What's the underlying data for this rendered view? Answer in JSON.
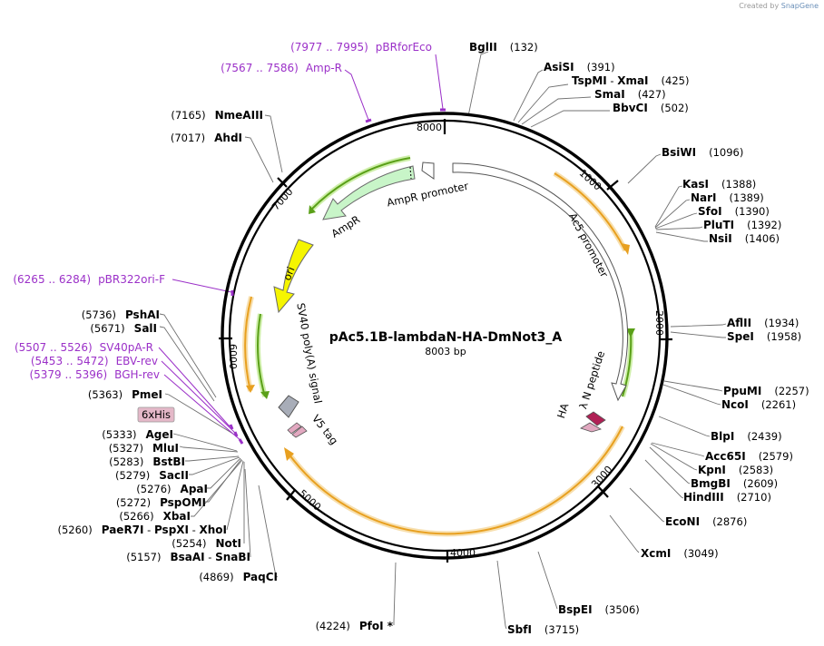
{
  "credit": {
    "prefix": "Created by",
    "brand": "SnapGene"
  },
  "plasmid": {
    "name": "pAc5.1B-lambdaN-HA-DmNot3_A",
    "length_label": "8003 bp"
  },
  "ticks": [
    {
      "label": "1000"
    },
    {
      "label": "2000"
    },
    {
      "label": "3000"
    },
    {
      "label": "4000"
    },
    {
      "label": "5000"
    },
    {
      "label": "6000"
    },
    {
      "label": "7000"
    },
    {
      "label": "8000"
    }
  ],
  "features": {
    "ampr_promoter": "AmpR promoter",
    "ampr": "AmpR",
    "ori": "ori",
    "sv40": "SV40 poly(A) signal",
    "ac5": "Ac5 promoter",
    "lambda_n": "λ N peptide",
    "ha": "HA",
    "v5": "V5 tag",
    "his_badge": "6xHis"
  },
  "primers": [
    {
      "range": "(7977 .. 7995)",
      "name": "pBRforEco"
    },
    {
      "range": "(7567 .. 7586)",
      "name": "Amp-R"
    },
    {
      "range": "(6265 .. 6284)",
      "name": "pBR322ori-F"
    },
    {
      "range": "(5507 .. 5526)",
      "name": "SV40pA-R"
    },
    {
      "range": "(5453 .. 5472)",
      "name": "EBV-rev"
    },
    {
      "range": "(5379 .. 5396)",
      "name": "BGH-rev"
    }
  ],
  "enzymes_right": [
    {
      "name": "BglII",
      "pos": "(132)"
    },
    {
      "name": "AsiSI",
      "pos": "(391)"
    },
    {
      "name": "TspMI",
      "sep": " - ",
      "name2": "XmaI",
      "pos": "(425)"
    },
    {
      "name": "SmaI",
      "pos": "(427)"
    },
    {
      "name": "BbvCI",
      "pos": "(502)"
    },
    {
      "name": "BsiWI",
      "pos": "(1096)"
    },
    {
      "name": "KasI",
      "pos": "(1388)"
    },
    {
      "name": "NarI",
      "pos": "(1389)"
    },
    {
      "name": "SfoI",
      "pos": "(1390)"
    },
    {
      "name": "PluTI",
      "pos": "(1392)"
    },
    {
      "name": "NsiI",
      "pos": "(1406)"
    },
    {
      "name": "AflII",
      "pos": "(1934)"
    },
    {
      "name": "SpeI",
      "pos": "(1958)"
    },
    {
      "name": "PpuMI",
      "pos": "(2257)"
    },
    {
      "name": "NcoI",
      "pos": "(2261)"
    },
    {
      "name": "BlpI",
      "pos": "(2439)"
    },
    {
      "name": "Acc65I",
      "pos": "(2579)"
    },
    {
      "name": "KpnI",
      "pos": "(2583)"
    },
    {
      "name": "BmgBI",
      "pos": "(2609)"
    },
    {
      "name": "HindIII",
      "pos": "(2710)"
    },
    {
      "name": "EcoNI",
      "pos": "(2876)"
    },
    {
      "name": "XcmI",
      "pos": "(3049)"
    },
    {
      "name": "BspEI",
      "pos": "(3506)"
    },
    {
      "name": "SbfI",
      "pos": "(3715)"
    }
  ],
  "enzymes_left": [
    {
      "pos": "(7165)",
      "name": "NmeAIII"
    },
    {
      "pos": "(7017)",
      "name": "AhdI"
    },
    {
      "pos": "(5736)",
      "name": "PshAI"
    },
    {
      "pos": "(5671)",
      "name": "SalI"
    },
    {
      "pos": "(5363)",
      "name": "PmeI"
    },
    {
      "pos": "(5333)",
      "name": "AgeI"
    },
    {
      "pos": "(5327)",
      "name": "MluI"
    },
    {
      "pos": "(5283)",
      "name": "BstBI"
    },
    {
      "pos": "(5279)",
      "name": "SacII"
    },
    {
      "pos": "(5276)",
      "name": "ApaI"
    },
    {
      "pos": "(5272)",
      "name": "PspOMI"
    },
    {
      "pos": "(5266)",
      "name": "XbaI"
    },
    {
      "pos": "(5260)",
      "name": "PaeR7I",
      "sep": " - ",
      "name2": "PspXI",
      "sep2": " - ",
      "name3": "XhoI"
    },
    {
      "pos": "(5254)",
      "name": "NotI"
    },
    {
      "pos": "(5157)",
      "name": "BsaAI",
      "sep": " - ",
      "name2": "SnaBI"
    },
    {
      "pos": "(4869)",
      "name": "PaqCI"
    },
    {
      "pos": "(4224)",
      "name": "PfoI *"
    }
  ],
  "colors": {
    "backbone": "#000000",
    "primer": "#9b30c8",
    "ampr_fill": "#c8f5c8",
    "ori_fill": "#f5f500",
    "orf_line": "#e8a020",
    "orf_glow": "#f7dfae",
    "green_line": "#5aa018",
    "green_glow": "#cdeea8",
    "sv40_fill": "#a8adb8",
    "ha_fill": "#b02055",
    "v5_fill": "#e2a8c0",
    "badge_fill": "#e4b8c8"
  }
}
